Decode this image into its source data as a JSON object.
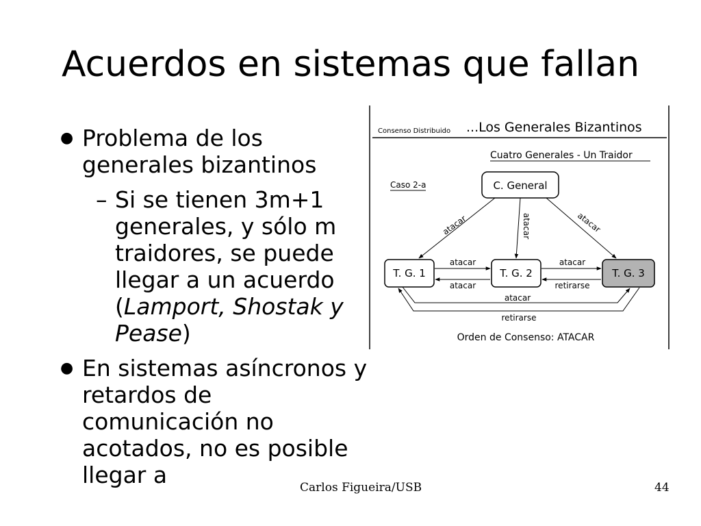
{
  "slide": {
    "title": "Acuerdos en sistemas que fallan",
    "bullets": {
      "b1": "Problema de los generales bizantinos",
      "b1_sub": {
        "pre": "Si se tienen 3m+1 generales, y sólo m traidores, se puede llegar a un acuerdo (",
        "italic": "Lamport, Shostak y Pease",
        "post": ")"
      },
      "b2": "En sistemas asíncronos y retardos de comunicación no acotados, no es posible llegar a"
    },
    "bullet_marks": {
      "level1": "●",
      "level2": "–"
    },
    "footer": {
      "author": "Carlos Figueira/USB",
      "page": "44"
    }
  },
  "diagram": {
    "header_left": "Consenso Distribuido",
    "header_right": "...Los Generales Bizantinos",
    "subtitle": "Cuatro Generales - Un Traidor",
    "case_label": "Caso 2-a",
    "nodes": {
      "commander": "C. General",
      "tg1": "T. G. 1",
      "tg2": "T. G. 2",
      "tg3": "T. G. 3"
    },
    "edge_labels": {
      "cg_tg1": "atacar",
      "cg_tg2": "atacar",
      "cg_tg3": "atacar",
      "tg1_tg2": "atacar",
      "tg2_tg1": "atacar",
      "tg2_tg3": "atacar",
      "tg3_tg2": "retirarse",
      "tg1_tg3": "atacar",
      "tg3_tg1": "retirarse"
    },
    "consensus": "Orden de Consenso: ATACAR",
    "colors": {
      "traitor_fill": "#b3b3b3",
      "node_fill": "#ffffff",
      "stroke": "#000000"
    }
  }
}
